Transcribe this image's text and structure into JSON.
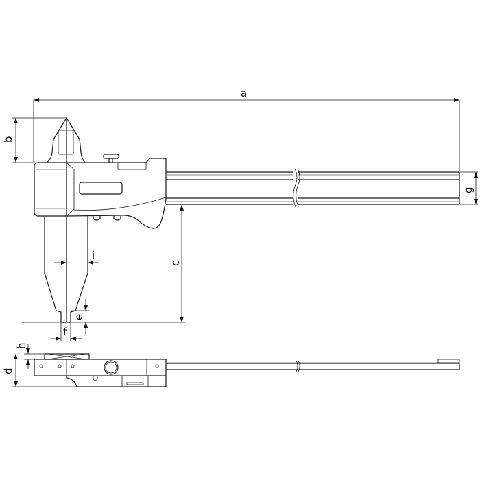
{
  "dimensions": {
    "a": "a",
    "b": "b",
    "c": "c",
    "d": "d",
    "e": "e",
    "f": "f",
    "g": "g",
    "h": "h",
    "i": "i"
  },
  "colors": {
    "line": "#1a1a1a",
    "background": "#ffffff"
  }
}
